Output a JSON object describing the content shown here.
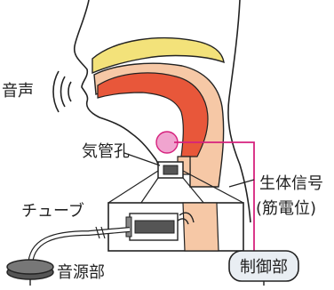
{
  "labels": {
    "voice": "音声",
    "tracheostoma": "気管孔",
    "tube": "チューブ",
    "sound_source": "音源部",
    "biosignal_line1": "生体信号",
    "biosignal_line2": "(筋電位)",
    "controller": "制御部"
  },
  "colors": {
    "outline": "#222222",
    "palate": "#f3e27a",
    "tongue": "#e8573a",
    "tissue": "#f6c8a6",
    "signal": "#d6227e",
    "sensor": "#e35aa7",
    "controller_fill": "#e9eef3",
    "tube_fill": "#ffffff",
    "source_fill": "#777777"
  },
  "icons": [
    "sound-waves-icon",
    "electrode-icon",
    "speaker-icon"
  ]
}
